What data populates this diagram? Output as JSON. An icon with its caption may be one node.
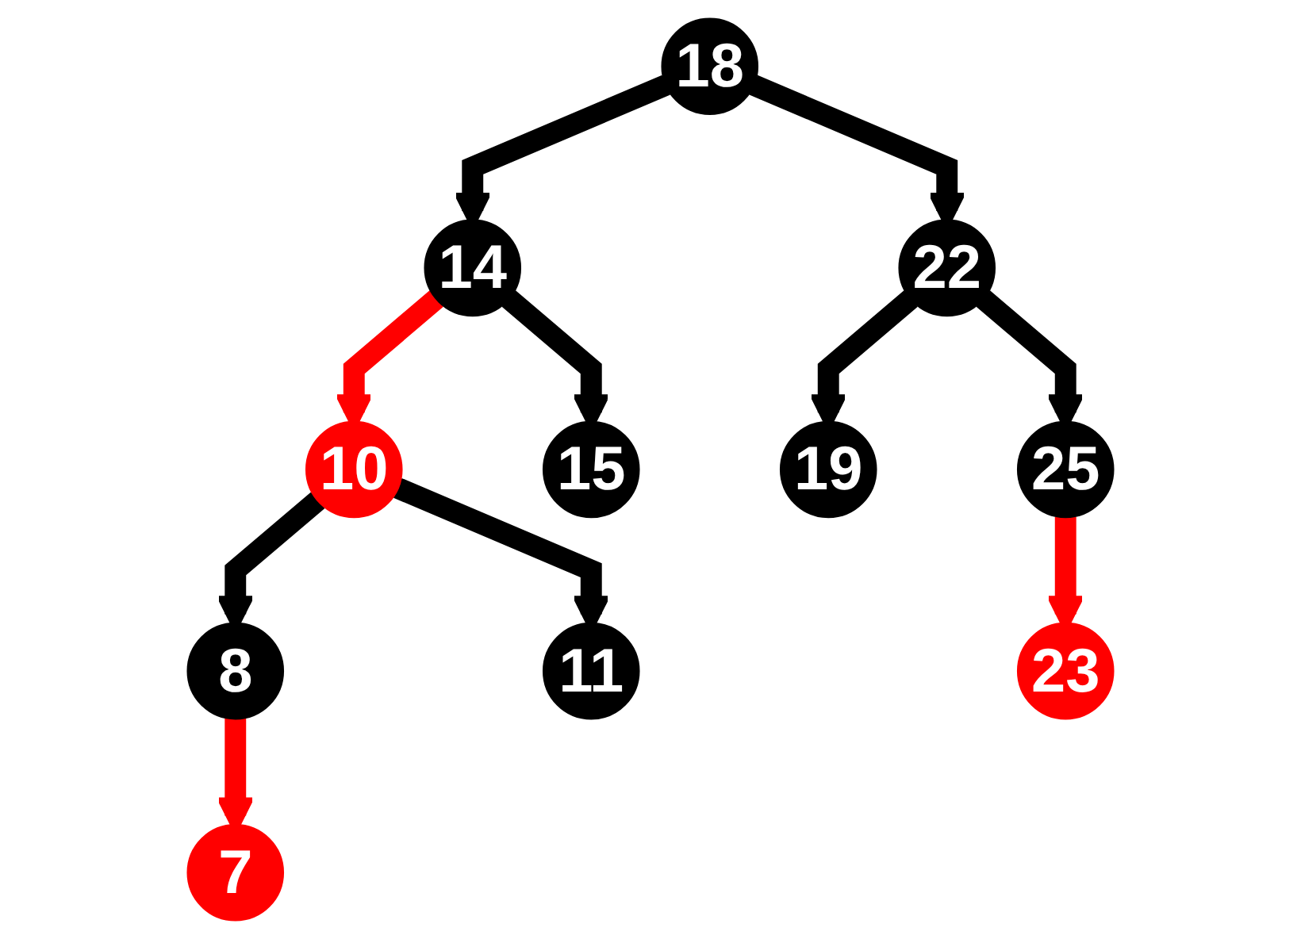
{
  "diagram": {
    "nodes": [
      {
        "text": [
          "18"
        ]
      },
      {
        "text": [
          "14"
        ]
      },
      {
        "text": [
          "22"
        ]
      },
      {
        "text": [
          "10"
        ]
      },
      {
        "text": [
          "15"
        ]
      },
      {
        "text": [
          "19"
        ]
      },
      {
        "text": [
          "25"
        ]
      },
      {
        "text": [
          "8"
        ]
      },
      {
        "text": [
          "11"
        ]
      },
      {
        "text": [
          "23"
        ]
      },
      {
        "text": [
          "7"
        ]
      }
    ],
    "edges": [
      {
        "from": 0,
        "to": 1,
        "arrow": "to"
      },
      {
        "from": 0,
        "to": 2,
        "arrow": "to"
      },
      {
        "from": 1,
        "to": 3,
        "arrow": "to",
        "color": "#ff0000"
      },
      {
        "from": 1,
        "to": 4,
        "arrow": "to"
      },
      {
        "from": 2,
        "to": 5,
        "arrow": "to"
      },
      {
        "from": 2,
        "to": 6,
        "arrow": "to"
      },
      {
        "from": 3,
        "to": 7,
        "arrow": "to"
      },
      {
        "from": 3,
        "to": 8,
        "arrow": "to"
      },
      {
        "from": 6,
        "to": 9,
        "arrow": "to",
        "color": "#ff0000"
      },
      {
        "from": 7,
        "to": 10,
        "arrow": "to",
        "color": "#ff0000"
      }
    ]
  }
}
